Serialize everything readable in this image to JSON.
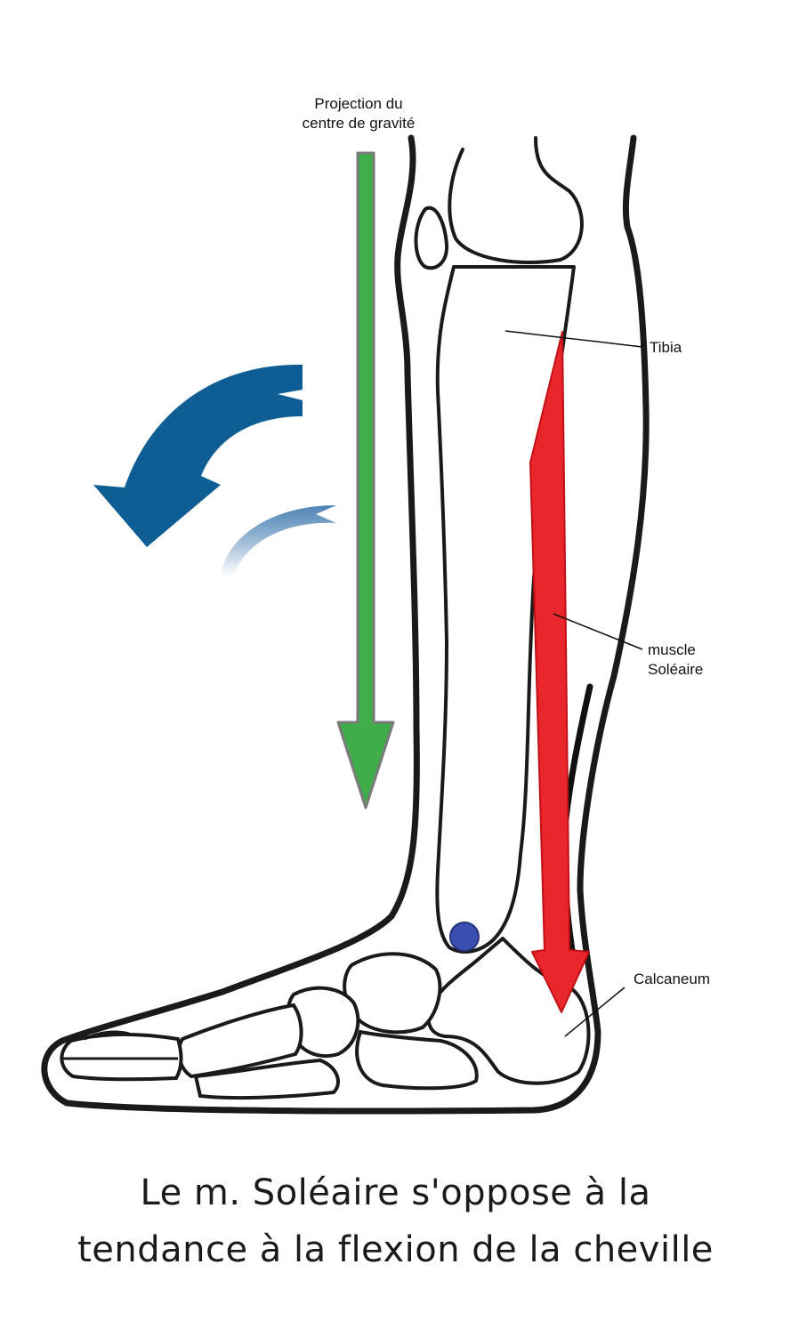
{
  "labels": {
    "gravity_line1": "Projection du",
    "gravity_line2": "centre de gravité",
    "tibia": "Tibia",
    "muscle_line1": "muscle",
    "muscle_line2": "Soléaire",
    "calcaneum": "Calcaneum"
  },
  "caption": {
    "line1": "Le m. Soléaire s'oppose à la",
    "line2": "tendance à la flexion de la cheville"
  },
  "colors": {
    "gravity_arrow": "#3fae4a",
    "muscle_arrow": "#e8262b",
    "rotation_arrow": "#0f5d95",
    "joint_dot": "#3b4fb0",
    "outline": "#1a1a1a"
  },
  "icons": {
    "rotation": "curved-arrow-counterclockwise-icon",
    "joint": "ankle-joint-dot-icon"
  }
}
